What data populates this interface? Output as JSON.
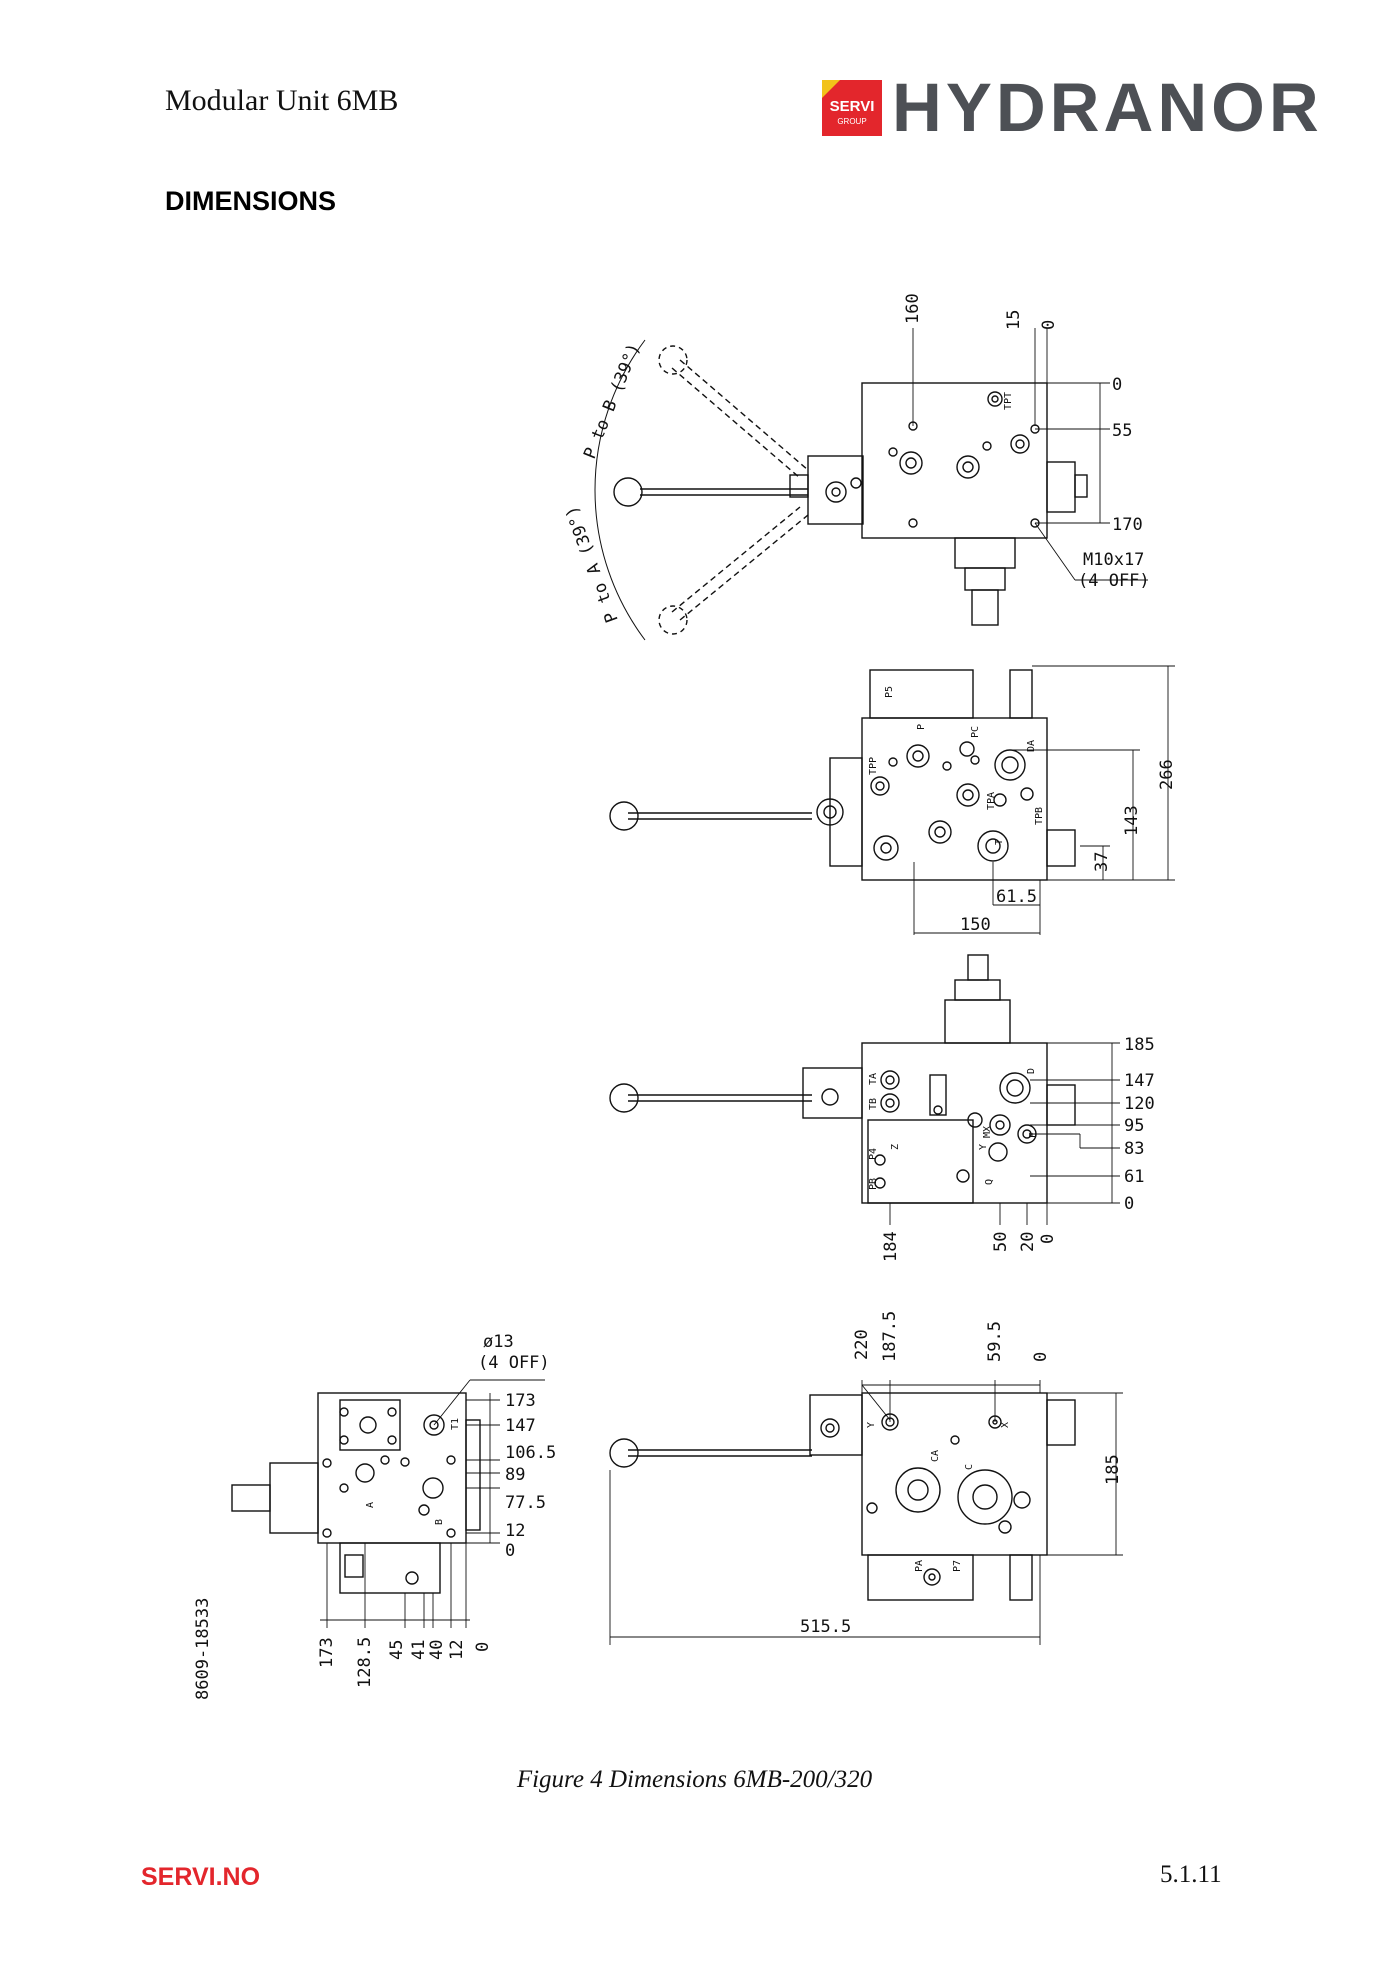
{
  "header": {
    "doc_title": "Modular Unit 6MB",
    "logo": {
      "badge_text": "SERVI",
      "badge_subtext": "GROUP",
      "brand": "HYDRANOR",
      "red": "#e3262c",
      "grey": "#4d5055"
    }
  },
  "section_heading": "DIMENSIONS",
  "drawing": {
    "view1": {
      "dims_top": [
        "160",
        "15",
        "0"
      ],
      "dims_right": [
        "0",
        "55",
        "170"
      ],
      "note_line1": "M10x17",
      "note_line2": "(4 OFF)",
      "arc_b": "P to B (39°)",
      "arc_a": "P to A (39°)",
      "ports": [
        "TPT"
      ]
    },
    "view2": {
      "dims_right": [
        "266",
        "143",
        "37"
      ],
      "dims_bottom": [
        "61.5",
        "150"
      ],
      "ports": [
        "P5",
        "P",
        "PC",
        "DA",
        "TPP",
        "TPA",
        "TPB",
        "T"
      ]
    },
    "view3": {
      "dims_right": [
        "185",
        "147",
        "120",
        "95",
        "83",
        "61",
        "0"
      ],
      "dims_bottom": [
        "184",
        "50",
        "20",
        "0"
      ],
      "ports": [
        "TA",
        "TB",
        "D",
        "MX",
        "E",
        "P4",
        "Z",
        "PB",
        "Y",
        "Q"
      ]
    },
    "view4": {
      "dims_top": [
        "220",
        "187.5",
        "59.5",
        "0"
      ],
      "dims_right": [
        "185"
      ],
      "dims_bottom": [
        "515.5"
      ],
      "ports": [
        "Y",
        "X",
        "CA",
        "C",
        "PA",
        "P7"
      ]
    },
    "view5": {
      "note_line1": "ø13",
      "note_line2": "(4 OFF)",
      "dims_right": [
        "173",
        "147",
        "106.5",
        "89",
        "77.5",
        "12",
        "0"
      ],
      "dims_bottom": [
        "173",
        "128.5",
        "45",
        "41",
        "40",
        "12",
        "0"
      ],
      "ports": [
        "T1",
        "A",
        "B"
      ]
    },
    "drawing_number": "8609-18533"
  },
  "caption": "Figure 4 Dimensions 6MB-200/320",
  "footer": {
    "left": "SERVI.NO",
    "right": "5.1.11"
  }
}
